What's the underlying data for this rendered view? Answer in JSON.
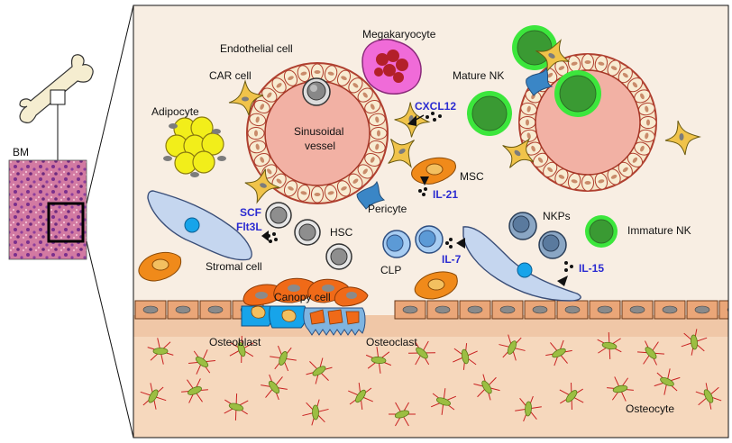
{
  "left_panel": {
    "bm_label": "BM"
  },
  "labels": {
    "endothelial_cell": "Endothelial cell",
    "megakaryocyte": "Megakaryocyte",
    "car_cell": "CAR cell",
    "mature_nk": "Mature NK",
    "adipocyte": "Adipocyte",
    "sinusoidal_vessel_line1": "Sinusoidal",
    "sinusoidal_vessel_line2": "vessel",
    "msc": "MSC",
    "pericyte": "Pericyte",
    "nkps": "NKPs",
    "hsc": "HSC",
    "immature_nk": "Immature NK",
    "stromal_cell": "Stromal cell",
    "clp": "CLP",
    "canopy_cell": "Canopy cell",
    "osteoblast": "Osteoblast",
    "osteoclast": "Osteoclast",
    "osteocyte": "Osteocyte"
  },
  "cytokines": {
    "cxcl12": "CXCL12",
    "il21": "IL-21",
    "scf": "SCF",
    "flt3l": "Flt3L",
    "il7": "IL-7",
    "il15": "IL-15"
  },
  "colors": {
    "panel_bg": "#f8eee3",
    "bone_matrix": "#f6d8bd",
    "vessel_fill": "#f2b1a4",
    "cytokine_text": "#2b2bd1",
    "nk_ring": "#3ce63c",
    "nk_core": "#3a9a33",
    "stromal": "#c5d6ef",
    "pericyte": "#3a86c6",
    "car_cell": "#f0c34a",
    "megakaryocyte": "#f06bd8",
    "osteocyte_line": "#c82020",
    "osteocyte_body": "#9bbe42"
  }
}
